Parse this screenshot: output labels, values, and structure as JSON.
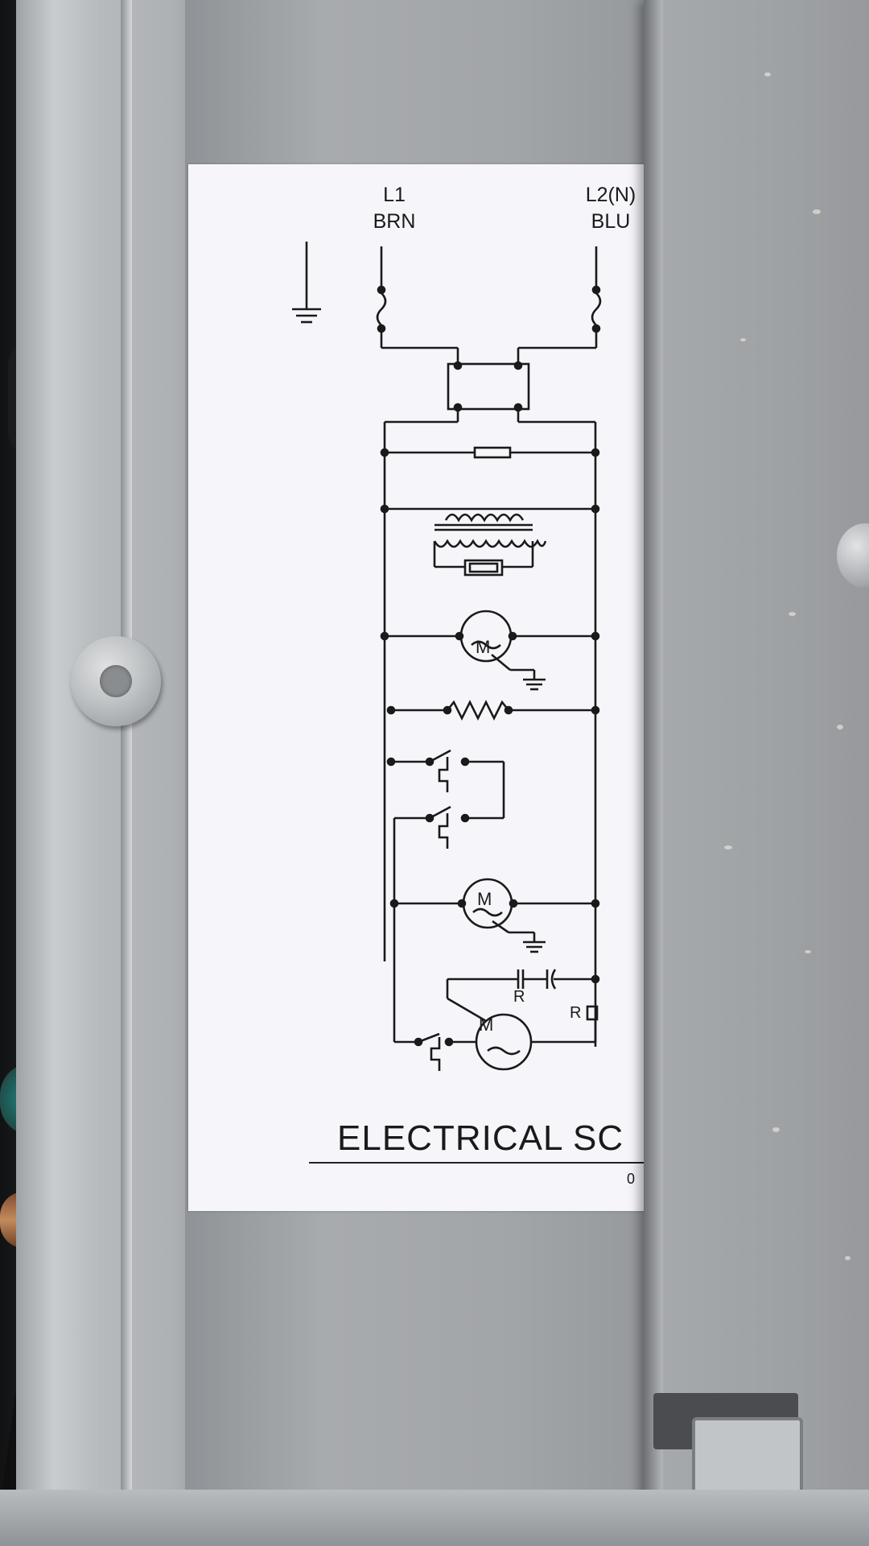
{
  "label": {
    "line1": "L1",
    "line1_color": "BRN",
    "line2": "L2(N)",
    "line2_color": "BLU",
    "run_capacitor_tag": "R",
    "relay_tag": "R",
    "title_partial": "ELECTRICAL  SC",
    "subtitle_partial": "0",
    "motor_symbol": "M"
  },
  "icons": {
    "ground": "ground-icon",
    "fuse": "fuse-icon",
    "motor": "motor-icon",
    "resistor": "resistor-icon",
    "transformer": "transformer-icon",
    "switch": "thermal-switch-icon",
    "capacitor": "capacitor-icon"
  },
  "colors": {
    "label_bg": "#f6f5fa",
    "ink": "#1a1a1a",
    "metal": "#a8abae"
  }
}
